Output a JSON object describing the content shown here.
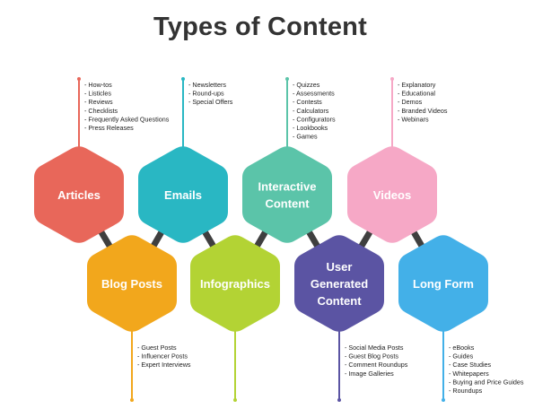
{
  "title": "Types of Content",
  "nodes": [
    {
      "id": "articles",
      "label": [
        "Articles"
      ],
      "color": "#e8675a",
      "items": [
        "- How-tos",
        "- Listicles",
        "- Reviews",
        "- Checklists",
        "- Frequently Asked Questions",
        "- Press Releases"
      ]
    },
    {
      "id": "emails",
      "label": [
        "Emails"
      ],
      "color": "#29b7c3",
      "items": [
        "- Newsletters",
        "- Round-ups",
        "- Special Offers"
      ]
    },
    {
      "id": "interactive-content",
      "label": [
        "Interactive",
        "Content"
      ],
      "color": "#5bc4a9",
      "items": [
        "- Quizzes",
        "- Assessments",
        "- Contests",
        "- Calculators",
        "- Configurators",
        "- Lookbooks",
        "- Games"
      ]
    },
    {
      "id": "videos",
      "label": [
        "Videos"
      ],
      "color": "#f6a8c6",
      "items": [
        "- Explanatory",
        "- Educational",
        "- Demos",
        "- Branded Videos",
        "- Webinars"
      ]
    },
    {
      "id": "blog-posts",
      "label": [
        "Blog Posts"
      ],
      "color": "#f2a71c",
      "items": [
        "- Guest Posts",
        "- Influencer Posts",
        "- Expert Interviews"
      ]
    },
    {
      "id": "infographics",
      "label": [
        "Infographics"
      ],
      "color": "#b3d334",
      "items": []
    },
    {
      "id": "user-generated-content",
      "label": [
        "User",
        "Generated",
        "Content"
      ],
      "color": "#5b54a3",
      "items": [
        "- Social Media Posts",
        "- Guest Blog Posts",
        "- Comment Roundups",
        "- Image Galleries"
      ]
    },
    {
      "id": "long-form",
      "label": [
        "Long Form"
      ],
      "color": "#43b0e8",
      "items": [
        "- eBooks",
        "- Guides",
        "- Case Studies",
        "- Whitepapers",
        "- Buying and Price Guides",
        "- Roundups"
      ]
    }
  ],
  "connector_color": "#3f3f3f"
}
